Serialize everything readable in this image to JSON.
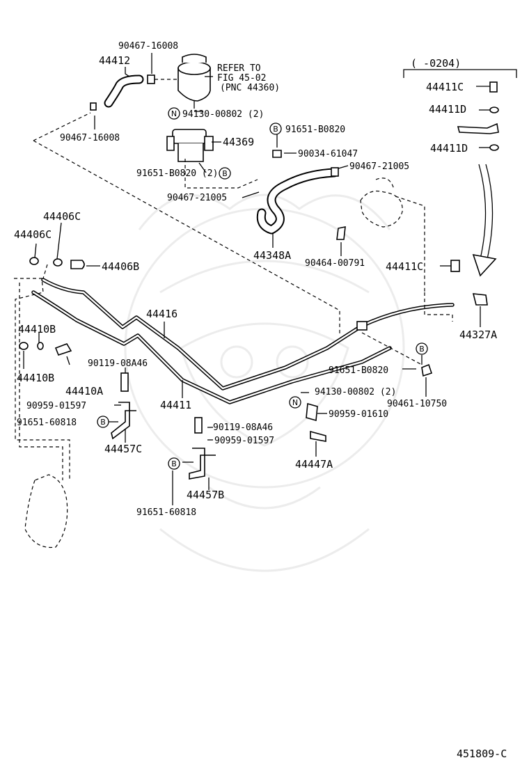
{
  "diagram_code": "451809-C",
  "bracket_note": "(      -0204)",
  "refer_note": {
    "line1": "REFER TO",
    "line2": "FIG 45-02",
    "line3": "(PNC 44360)"
  },
  "circle_letters": {
    "b": "B",
    "n": "N"
  },
  "labels": {
    "p90467_16008_top": "90467-16008",
    "p44412": "44412",
    "p90467_16008_left": "90467-16008",
    "p94130_00802_a": "94130-00802 (2)",
    "p44369": "44369",
    "p91651_B0820_2": "91651-B0820 (2)",
    "p90467_21005_a": "90467-21005",
    "p91651_B0820_a": "91651-B0820",
    "p90034_61047": "90034-61047",
    "p90467_21005_b": "90467-21005",
    "p44348A": "44348A",
    "p90464_00791": "90464-00791",
    "p44411C_top": "44411C",
    "p44411D_a": "44411D",
    "p44411D_b": "44411D",
    "p44411C_mid": "44411C",
    "p44327A": "44327A",
    "p44406C_a": "44406C",
    "p44406C_b": "44406C",
    "p44406B": "44406B",
    "p44416": "44416",
    "p44410B_a": "44410B",
    "p44410B_b": "44410B",
    "p44410A": "44410A",
    "p90119_08A46_a": "90119-08A46",
    "p90959_01597_a": "90959-01597",
    "p91651_60818_a": "91651-60818",
    "p44457C": "44457C",
    "p44411": "44411",
    "p91651_B0820_b": "91651-B0820",
    "p90461_10750": "90461-10750",
    "p94130_00802_b": "94130-00802 (2)",
    "p90959_01610": "90959-01610",
    "p44447A": "44447A",
    "p90119_08A46_b": "90119-08A46",
    "p90959_01597_b": "90959-01597",
    "p44457B": "44457B",
    "p91651_60818_b": "91651-60818"
  }
}
